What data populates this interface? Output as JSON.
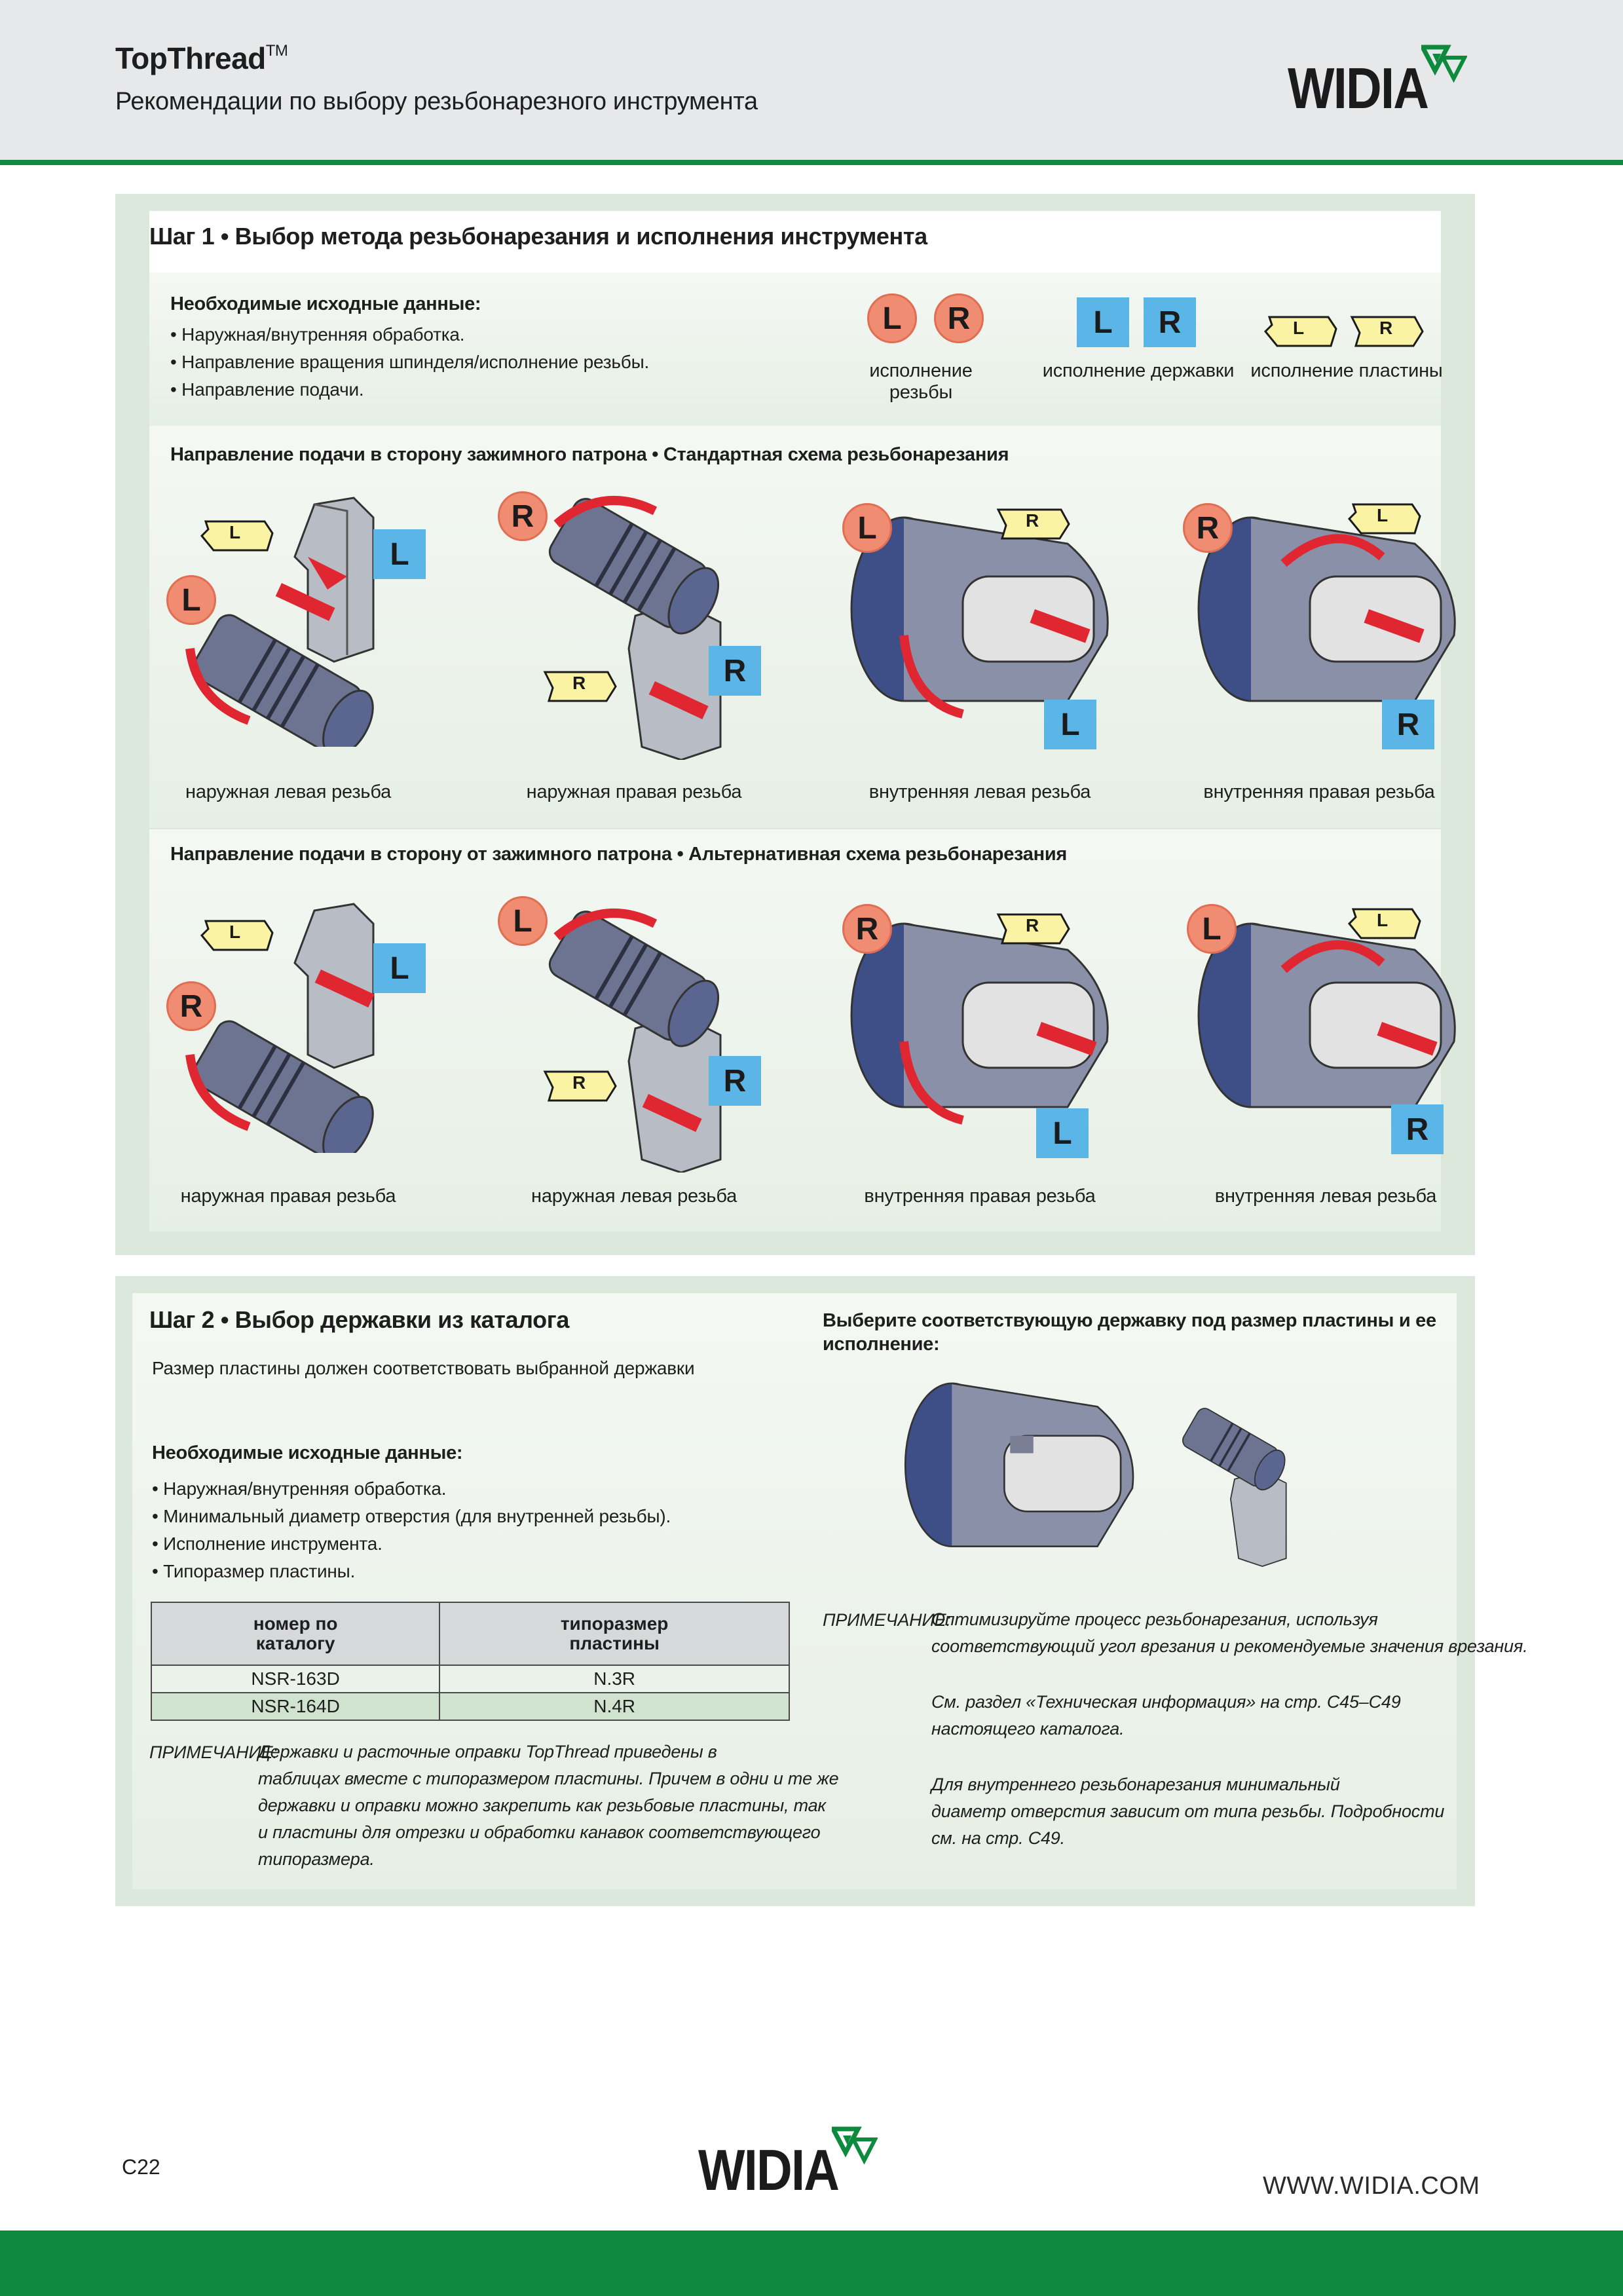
{
  "header": {
    "title": "TopThread",
    "trademark": "TM",
    "subtitle": "Рекомендации по выбору резьбонарезного инструмента",
    "logo_text": "WIDIA"
  },
  "step1": {
    "title": "Шаг 1 • Выбор метода резьбонарезания и исполнения инструмента",
    "required_heading": "Необходимые исходные данные:",
    "required_items": [
      "• Наружная/внутренняя обработка.",
      "• Направление вращения шпинделя/исполнение резьбы.",
      "• Направление подачи."
    ],
    "legend": {
      "thread_label": "исполнение резьбы",
      "holder_label": "исполнение державки",
      "insert_label": "исполнение пластины",
      "L": "L",
      "R": "R"
    },
    "standard_heading": "Направление подачи в сторону зажимного патрона • Стандартная схема резьбонарезания",
    "standard_captions": [
      "наружная левая резьба",
      "наружная правая резьба",
      "внутренняя левая резьба",
      "внутренняя правая резьба"
    ],
    "alternative_heading": "Направление подачи в сторону от зажимного патрона • Альтернативная схема резьбонарезания",
    "alternative_captions": [
      "наружная правая резьба",
      "наружная левая резьба",
      "внутренняя правая резьба",
      "внутренняя левая резьба"
    ]
  },
  "step2": {
    "title": "Шаг 2 • Выбор державки из каталога",
    "intro": "Размер пластины должен соответствовать выбранной державки",
    "required_heading": "Необходимые исходные данные:",
    "required_items": [
      "• Наружная/внутренняя обработка.",
      "• Минимальный диаметр отверстия (для внутренней резьбы).",
      "• Исполнение инструмента.",
      "• Типоразмер пластины."
    ],
    "table": {
      "headers": [
        [
          "номер по",
          "каталогу"
        ],
        [
          "типоразмер",
          "пластины"
        ]
      ],
      "rows": [
        [
          "NSR-163D",
          "N.3R"
        ],
        [
          "NSR-164D",
          "N.4R"
        ]
      ]
    },
    "note_label": "ПРИМЕЧАНИЕ:",
    "note_left": [
      "Державки и расточные оправки TopThread приведены в",
      "таблицах вместе с типоразмером пластины. Причем в одни и те же",
      "державки и оправки можно закрепить как резьбовые пластины, так",
      "и пластины для отрезки и обработки канавок соответствующего",
      "типоразмера."
    ],
    "select_heading": [
      "Выберите соответствующую державку под размер пластины и ее",
      "исполнение:"
    ],
    "note_right_1": [
      "Оптимизируйте процесс резьбонарезания, используя",
      "соответствующий угол врезания и рекомендуемые значения врезания."
    ],
    "note_right_2": [
      "См. раздел «Техническая информация» на стр. C45–C49",
      "настоящего каталога."
    ],
    "note_right_3": [
      "Для внутреннего резьбонарезания минимальный",
      "диаметр отверстия зависит от типа резьбы. Подробности",
      "см. на стр. C49."
    ]
  },
  "footer": {
    "page_number": "C22",
    "logo_text": "WIDIA",
    "url": "WWW.WIDIA.COM"
  },
  "colors": {
    "brand_green": "#0e8a3e",
    "badge_circle": "#f08c71",
    "badge_square": "#5bb5e6",
    "insert_yellow": "#fbf3a4",
    "arrow_red": "#e02630"
  }
}
